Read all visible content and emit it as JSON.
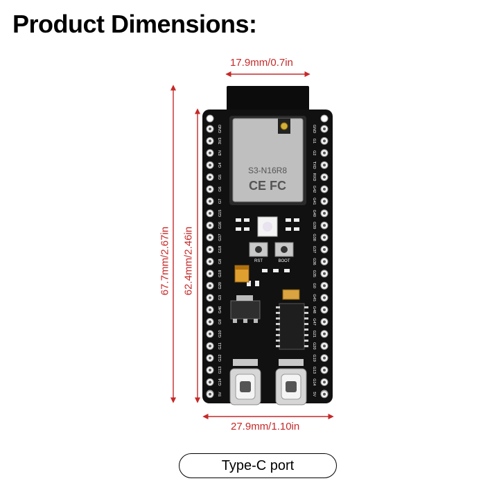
{
  "title": "Product Dimensions:",
  "dimensions": {
    "top_width": "17.9mm/0.7in",
    "bottom_width": "27.9mm/1.10in",
    "outer_length": "67.7mm/2.67in",
    "inner_length": "62.4mm/2.46in"
  },
  "board": {
    "module_label": "S3-N16R8",
    "cert_marks": "CE FC",
    "rst_label": "RST",
    "boot_label": "BOOT",
    "left_pins": [
      "GND",
      "3V3",
      "EN",
      "G4",
      "G5",
      "G6",
      "G7",
      "G15",
      "G16",
      "G17",
      "G18",
      "G8",
      "G19",
      "G20",
      "G3",
      "G46",
      "G9",
      "G10",
      "G11",
      "G12",
      "G13",
      "G14",
      "5V"
    ],
    "right_pins": [
      "GND",
      "G1",
      "G2",
      "TXD",
      "RXD",
      "G42",
      "G41",
      "G40",
      "G39",
      "G38",
      "G37",
      "G36",
      "G35",
      "G0",
      "G45",
      "G48",
      "G47",
      "G21",
      "G20",
      "G19",
      "G13",
      "G14",
      "5V"
    ]
  },
  "colors": {
    "dimension": "#c62828",
    "pcb": "#111111",
    "pad": "#f2f2f2"
  },
  "port_button": "Type-C port"
}
